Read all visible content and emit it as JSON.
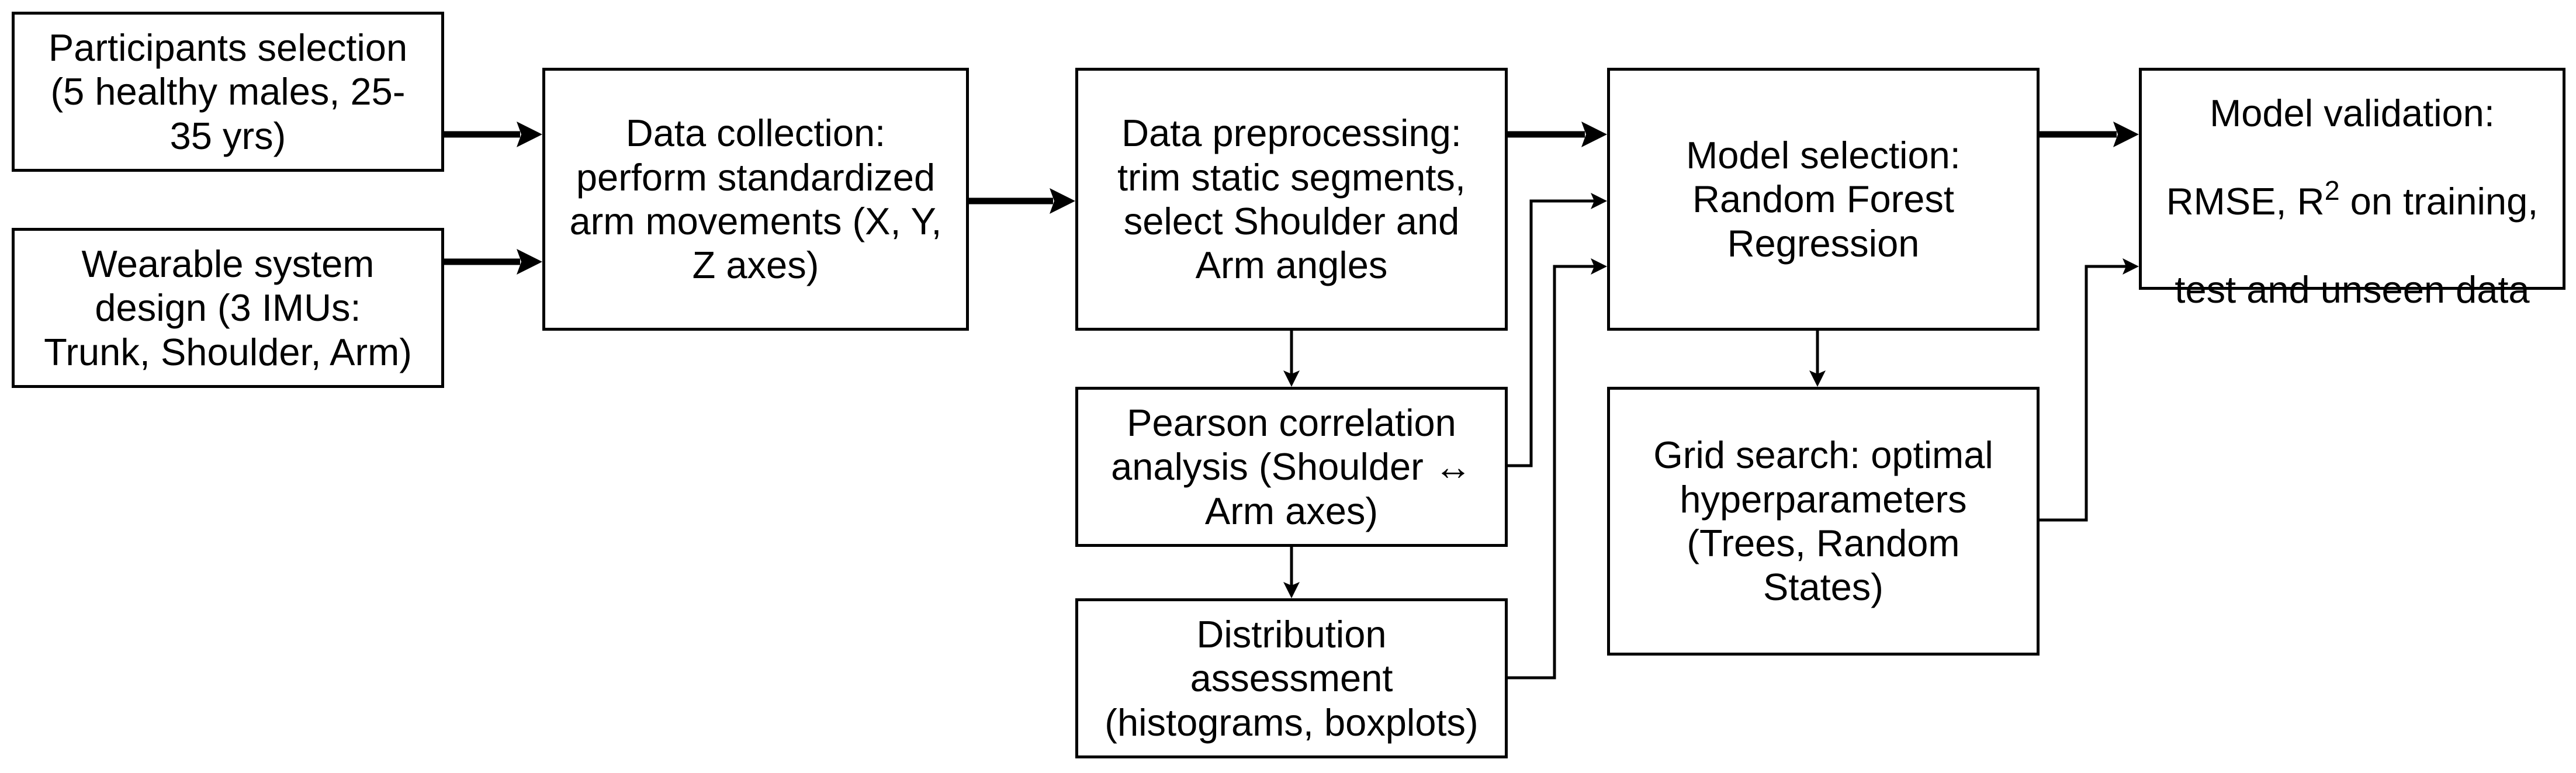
{
  "diagram": {
    "nodes": {
      "participants": "Participants selection\n(5 healthy males, 25-\n35 yrs)",
      "wearable": "Wearable system\ndesign (3 IMUs:\nTrunk, Shoulder, Arm)",
      "collection": "Data collection:\nperform standardized\narm movements (X, Y,\nZ axes)",
      "preprocessing": "Data preprocessing:\ntrim static segments,\nselect Shoulder and\nArm angles",
      "pearson": "Pearson correlation\nanalysis (Shoulder ↔\nArm axes)",
      "distribution": "Distribution\nassessment\n(histograms, boxplots)",
      "model_selection": "Model selection:\nRandom Forest\nRegression",
      "grid_search": "Grid search: optimal\nhyperparameters\n(Trees, Random\nStates)",
      "validation_line1": "Model validation:",
      "validation_line2_pre": "RMSE, R",
      "validation_line2_sup": "2",
      "validation_line2_post": " on training,",
      "validation_line3": "test and unseen data"
    }
  }
}
